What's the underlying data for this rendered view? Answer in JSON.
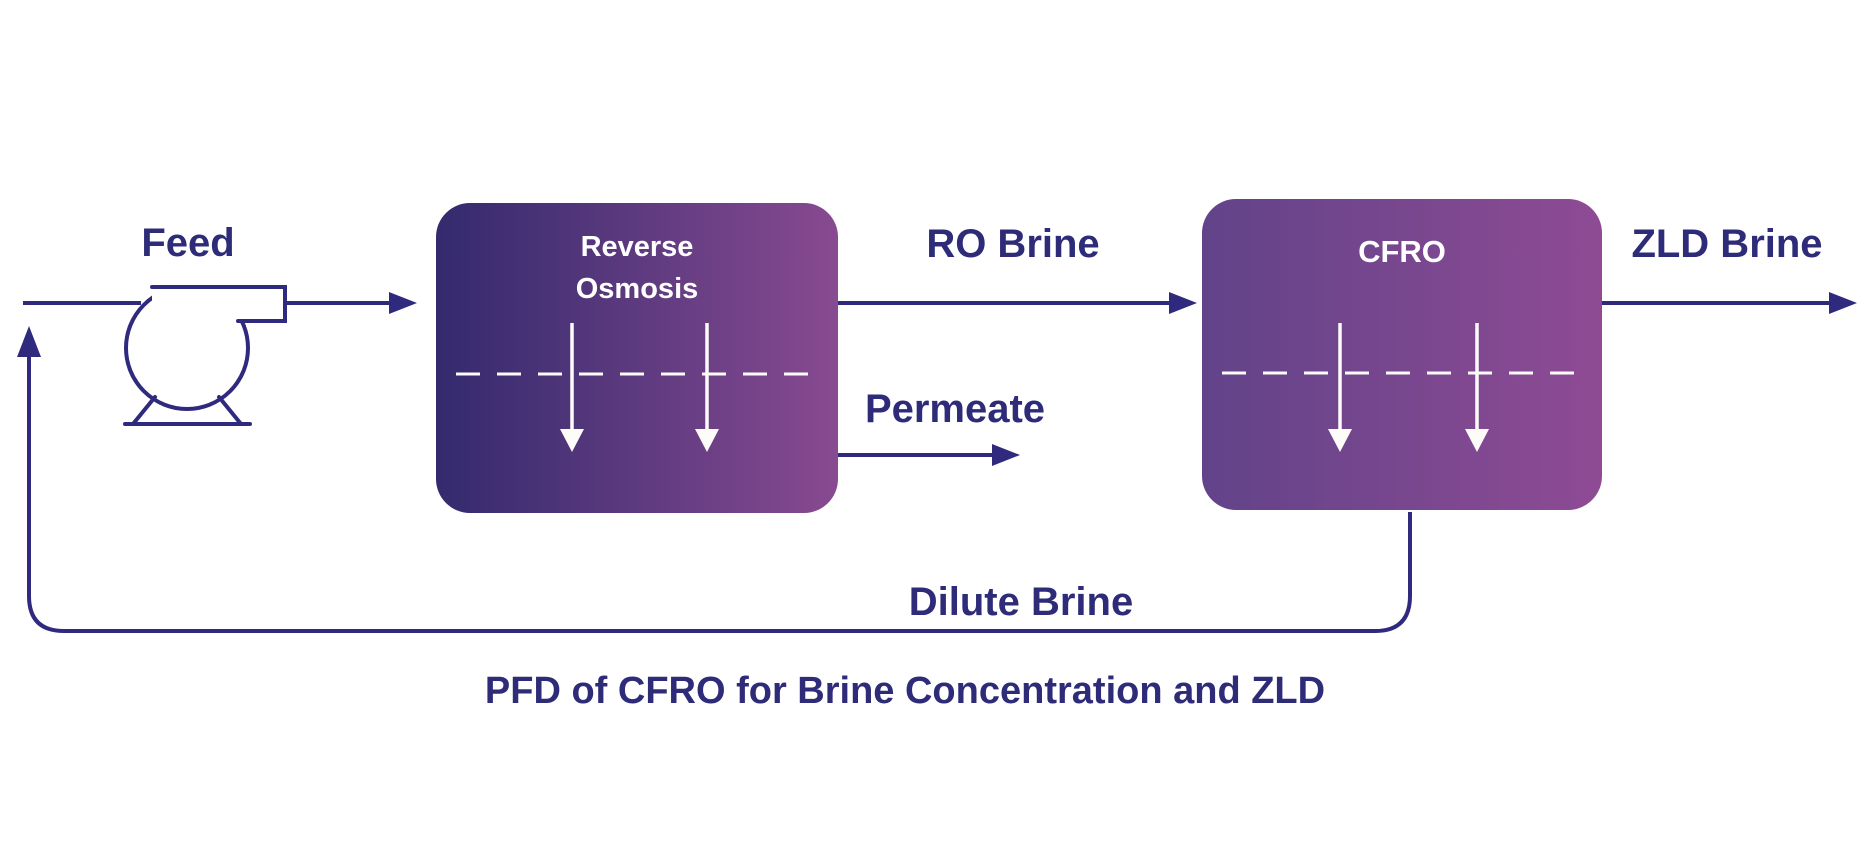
{
  "diagram": {
    "caption": "PFD of CFRO for Brine Concentration and ZLD",
    "feed": {
      "label": "Feed"
    },
    "units": {
      "reverse_osmosis": {
        "label_line1": "Reverse",
        "label_line2": "Osmosis"
      },
      "cfro": {
        "label": "CFRO"
      }
    },
    "streams": {
      "ro_brine": {
        "label": "RO Brine"
      },
      "permeate": {
        "label": "Permeate"
      },
      "zld_brine": {
        "label": "ZLD Brine"
      },
      "dilute_brine": {
        "label": "Dilute Brine"
      }
    },
    "icons": {
      "pump": "centrifugal-pump-icon",
      "flux": "down-arrow-icon",
      "membrane": "dashed-membrane-line"
    },
    "colors": {
      "background": "#ffffff",
      "line": "#2f2a7e",
      "label_text": "#2e2b78",
      "box_text": "#ffffff",
      "ro_gradient_start": "#332a6d",
      "ro_gradient_end": "#884a91",
      "cfro_gradient_start": "#624389",
      "cfro_gradient_end": "#8e4b94",
      "membrane_white": "#fdfcf9"
    }
  }
}
